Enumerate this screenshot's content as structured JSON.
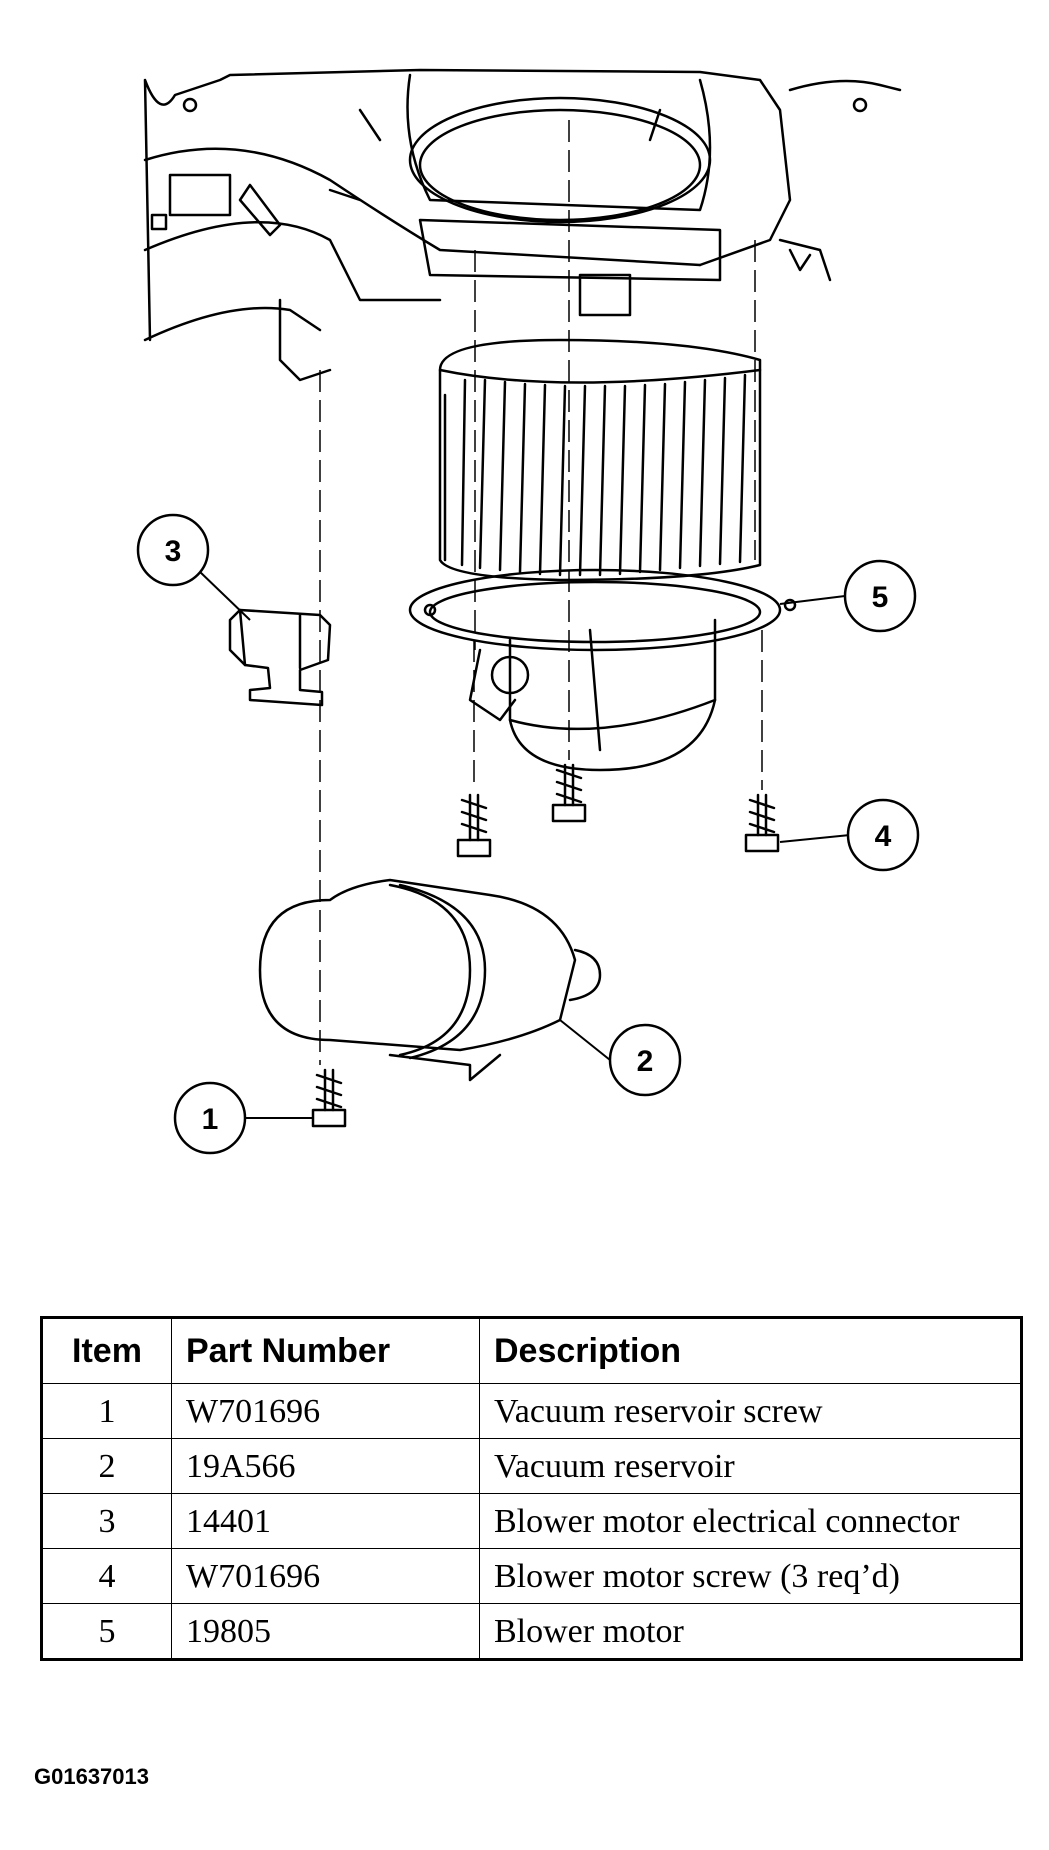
{
  "callouts": {
    "c1": "1",
    "c2": "2",
    "c3": "3",
    "c4": "4",
    "c5": "5"
  },
  "table": {
    "headers": {
      "item": "Item",
      "part_number": "Part Number",
      "description": "Description"
    },
    "rows": [
      {
        "item": "1",
        "part_number": "W701696",
        "description": "Vacuum reservoir screw"
      },
      {
        "item": "2",
        "part_number": "19A566",
        "description": "Vacuum reservoir"
      },
      {
        "item": "3",
        "part_number": "14401",
        "description": "Blower motor electrical connector"
      },
      {
        "item": "4",
        "part_number": "W701696",
        "description": "Blower motor screw (3 req’d)"
      },
      {
        "item": "5",
        "part_number": "19805",
        "description": "Blower motor"
      }
    ]
  },
  "figure_id": "G01637013"
}
